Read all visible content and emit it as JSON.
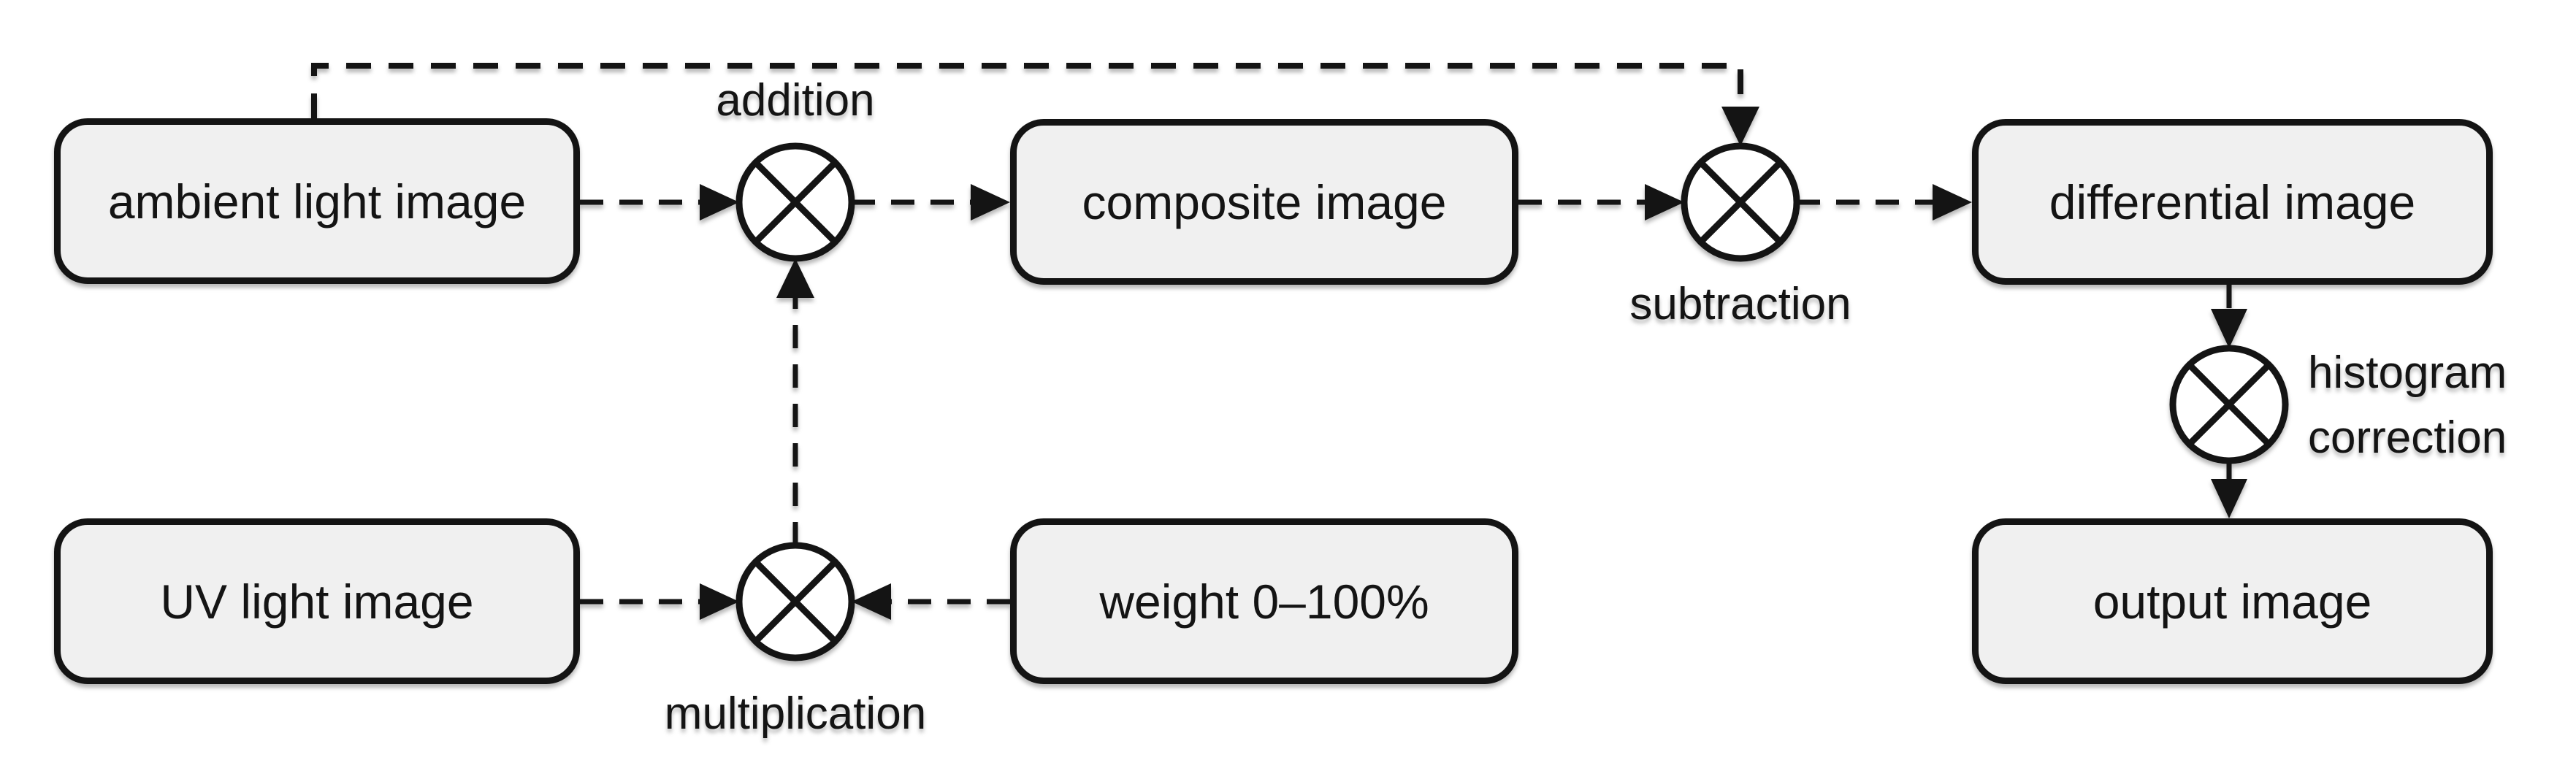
{
  "figure": {
    "background_color": "#ffffff",
    "node_fill_color": "#f0f0f0",
    "stroke_color": "#141414",
    "nodes": {
      "ambient": {
        "label": "ambient light image"
      },
      "composite": {
        "label": "composite image"
      },
      "differential": {
        "label": "differential image"
      },
      "uv": {
        "label": "UV light image"
      },
      "weight": {
        "label": "weight 0–100%"
      },
      "output": {
        "label": "output image"
      }
    },
    "operators": {
      "addition": {
        "label": "addition",
        "symbol": "circle-cross"
      },
      "subtraction": {
        "label": "subtraction",
        "symbol": "circle-cross"
      },
      "multiplication": {
        "label": "multiplication",
        "symbol": "circle-cross"
      },
      "histogram_correction": {
        "label_line1": "histogram",
        "label_line2": "correction",
        "symbol": "circle-cross"
      }
    }
  }
}
